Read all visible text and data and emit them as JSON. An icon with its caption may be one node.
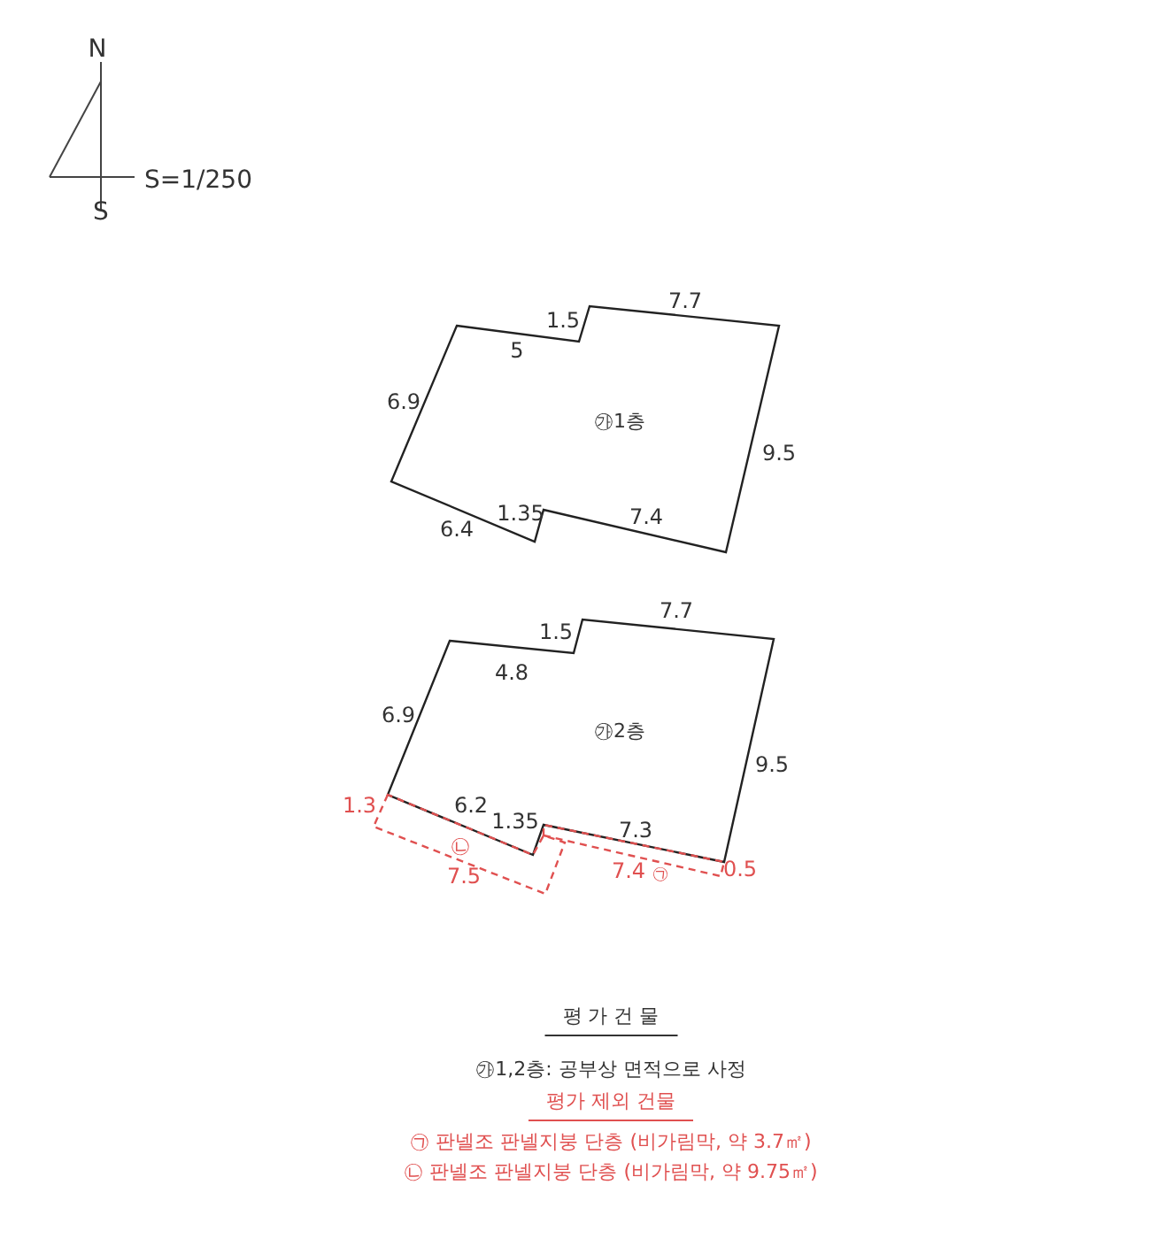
{
  "diagram": {
    "nodes": [
      {
        "text": [
          "㉮1층"
        ]
      },
      {
        "text": [
          "㉮2층"
        ]
      },
      {
        "text": [
          "㉡"
        ]
      },
      {
        "text": [
          "㉠"
        ]
      }
    ],
    "labels": [
      "N",
      "S=1/250",
      "S",
      "1.5",
      "7.7",
      "5",
      "6.9",
      "9.5",
      "1.35",
      "7.4",
      "6.4",
      "1.5",
      "7.7",
      "4.8",
      "6.9",
      "9.5",
      "1.3",
      "6.2",
      "1.35",
      "7.3",
      "7.5",
      "7.4",
      "0.5",
      "평 가 건 물",
      "㉮1,2층: 공부상 면적으로 사정",
      "평가 제외 건물",
      "㉠ 판넬조 판넬지붕 단층 (비가림막, 약 3.7㎡)",
      "㉡ 판넬조 판넬지붕 단층 (비가림막, 약 9.75㎡)"
    ]
  }
}
